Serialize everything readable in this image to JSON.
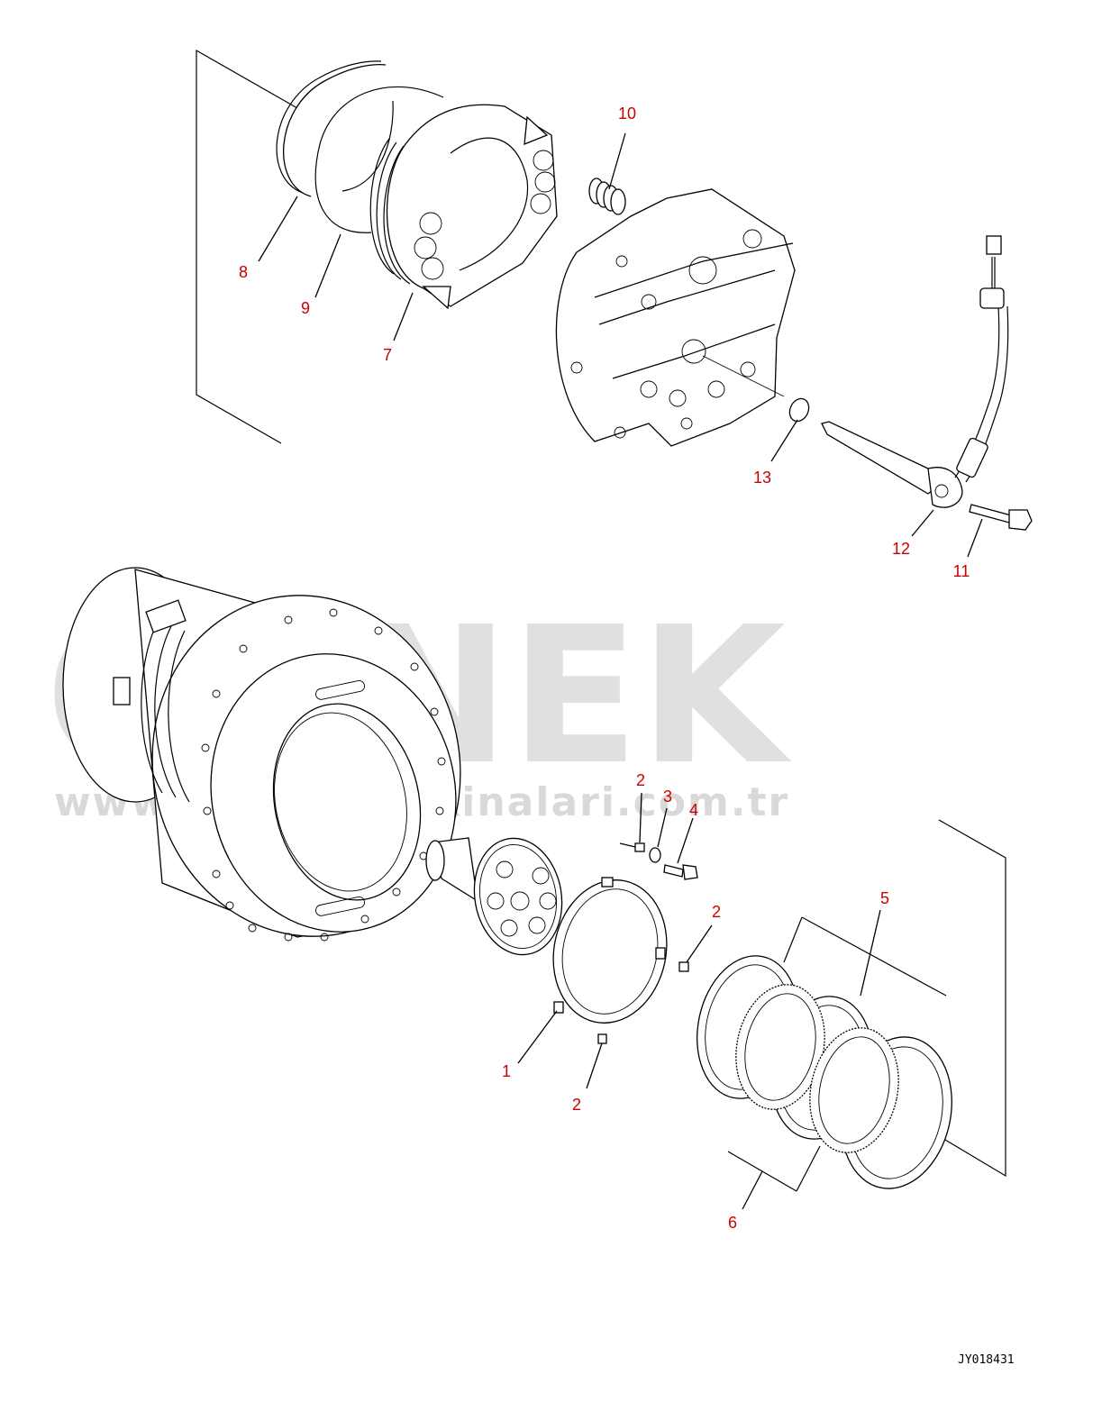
{
  "callouts": {
    "c1": "1",
    "c2a": "2",
    "c2b": "2",
    "c2c": "2",
    "c3": "3",
    "c4": "4",
    "c5": "5",
    "c6": "6",
    "c7": "7",
    "c8": "8",
    "c9": "9",
    "c10": "10",
    "c11": "11",
    "c12": "12",
    "c13": "13"
  },
  "watermark": {
    "brand": "ÖRNEK",
    "url": "www.ornekismakinalari.com.tr"
  },
  "drawing_id": "JY018431",
  "colors": {
    "callout": "#cc0000",
    "watermark": "#c8c8c8",
    "watermark_accent": "#f0d800"
  }
}
